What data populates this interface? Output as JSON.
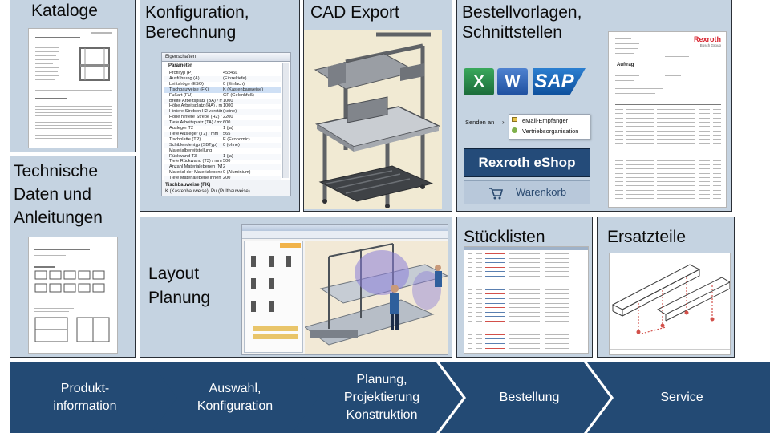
{
  "tiles": {
    "kataloge": "Kataloge",
    "konfiguration": "Konfiguration,\nBerechnung",
    "cad": "CAD Export",
    "bestell": "Bestellvorlagen,\nSchnittstellen",
    "technische": "Technische\nDaten und\nAnleitungen",
    "layout": "Layout\nPlanung",
    "stueck": "Stücklisten",
    "ersatz": "Ersatzteile"
  },
  "properties_panel": {
    "title": "Eigenschaften",
    "section": "Parameter",
    "rows": [
      {
        "k": "Profiltyp (P)",
        "v": "45x45L"
      },
      {
        "k": "Ausführung (A)",
        "v": "(Einzeltiefe)"
      },
      {
        "k": "Leiftshöge (ESO)",
        "v": "0 (Einfach)"
      },
      {
        "k": "Tischbauweise (FK)",
        "v": "K (Kastenbauweise)"
      },
      {
        "k": "Fußart (FU)",
        "v": "GF (Gelenkfuß)"
      },
      {
        "k": "Breite Arbeitsplatz (BA) / mm",
        "v": "1000"
      },
      {
        "k": "Höhe Arbeitsplatz (HA) / mm",
        "v": "1000"
      },
      {
        "k": "Hintere Streben H2 verstärkt",
        "v": "(keine)"
      },
      {
        "k": "Höhe hintere Strebe (H2) / m",
        "v": "2200"
      },
      {
        "k": "Tiefe Arbeitsplatz (TA) / mm",
        "v": "600"
      },
      {
        "k": "Ausleger T2",
        "v": "1 (ja)"
      },
      {
        "k": "Tiefe Ausleger (T2) / mm",
        "v": "565"
      },
      {
        "k": "Tischplatte (TP)",
        "v": "E (Economic)"
      },
      {
        "k": "Schiblendentyp (SBTyp)",
        "v": "0 (ohne)"
      },
      {
        "k": "Materialbereitstellung",
        "v": ""
      },
      {
        "k": "Rückwand T3",
        "v": "1 (ja)"
      },
      {
        "k": "Tiefe Rückwand (T3) / mm",
        "v": "500"
      },
      {
        "k": "Anzahl Materialebenen (NM)",
        "v": "2"
      },
      {
        "k": "Material der Materialebene",
        "v": "0 (Aluminium)"
      },
      {
        "k": "Tiefe Materialebene innen (T)",
        "v": "200"
      }
    ],
    "footer_title": "Tischbauweise (FK)",
    "footer_text": "K (Kastenbauweise), Pu (Pultbauweise)"
  },
  "apps": {
    "excel_glyph": "X",
    "word_glyph": "W",
    "sap": "SAP"
  },
  "send_menu": {
    "label": "Senden an",
    "items": [
      "eMail-Empfänger",
      "Vertriebsorganisation"
    ]
  },
  "shop": {
    "eshop": "Rexroth eShop",
    "cart": "Warenkorb"
  },
  "order_doc": {
    "brand": "Rexroth",
    "sub": "Bosch Group",
    "heading": "Auftrag"
  },
  "process": [
    "Produkt-\ninformation",
    "Auswahl,\nKonfiguration",
    "Planung,\nProjektierung\nKonstruktion",
    "Bestellung",
    "Service"
  ],
  "colors": {
    "tile_bg": "#c5d3e1",
    "arrow_bg": "#234a74",
    "rexroth_red": "#d7232e"
  }
}
